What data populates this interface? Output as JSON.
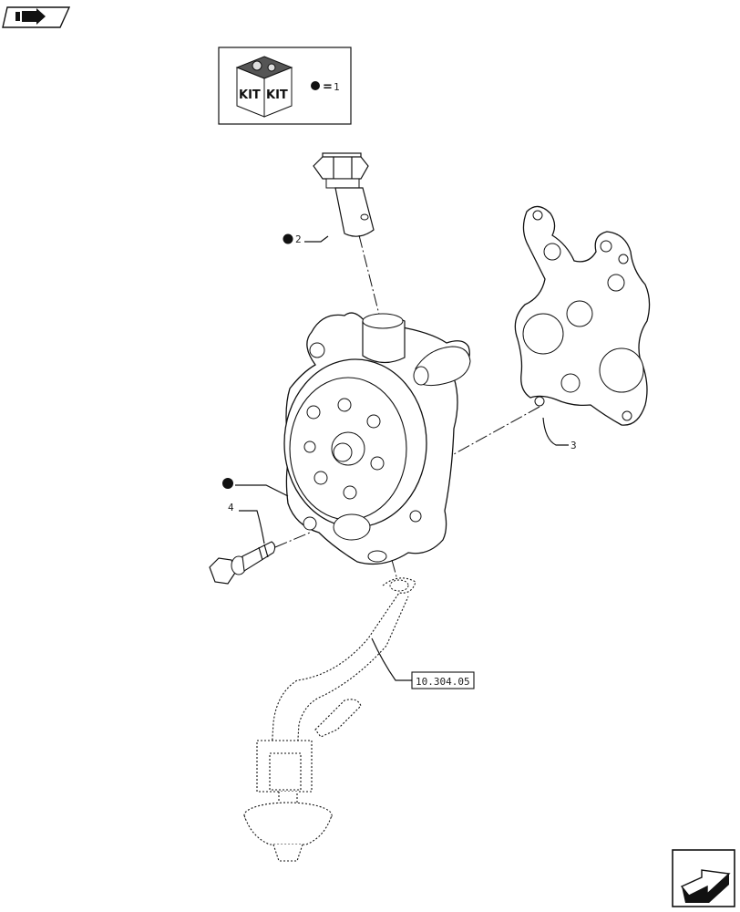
{
  "kit_legend": {
    "badge_text_left": "KIT",
    "badge_text_right": "KIT",
    "equals": "=",
    "value": "1"
  },
  "callouts": {
    "item_2": "2",
    "item_3": "3",
    "item_4": "4"
  },
  "reference": {
    "code": "10.304.05"
  },
  "icons": {
    "top_left": "arrow-right-icon",
    "bottom_right": "arrow-down-left-icon"
  }
}
